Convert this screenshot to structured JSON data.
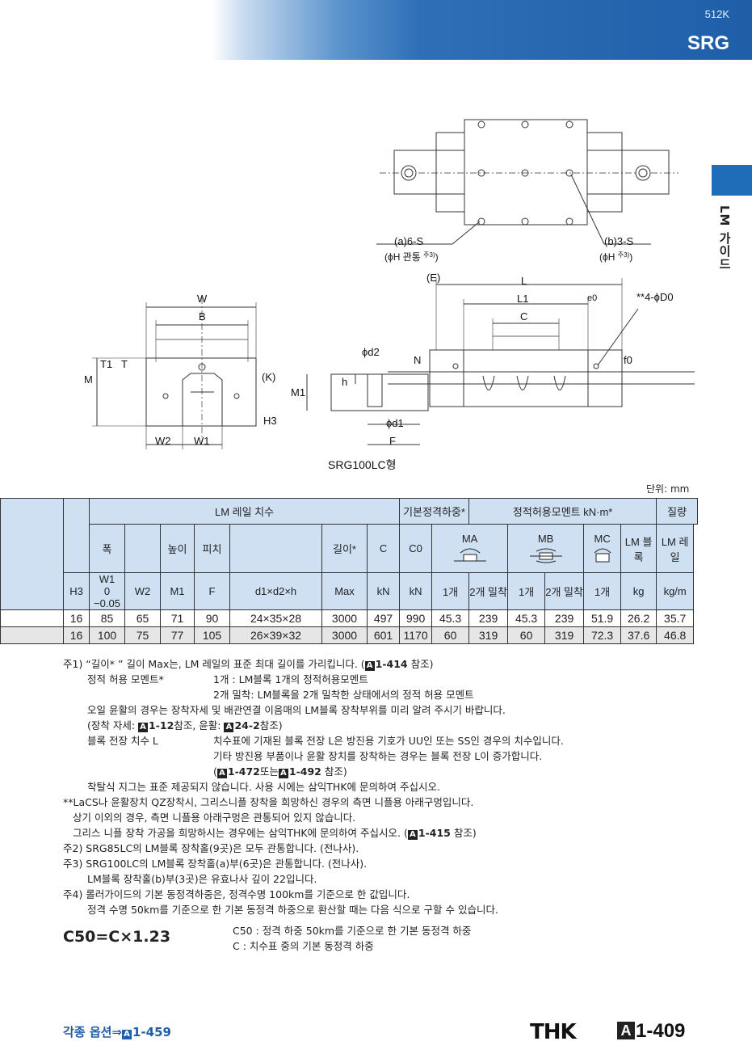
{
  "header": {
    "code": "512K",
    "model": "SRG"
  },
  "side_tab": {
    "label": "LM 가이드"
  },
  "drawing": {
    "label_a": "(a)6-S",
    "label_a_sub": "(ϕH 관통 ",
    "label_b": "(b)3-S",
    "label_b_sub": "(ϕH ",
    "note_ref": "주3)",
    "close_paren": ")",
    "dims": {
      "W": "W",
      "B": "B",
      "T1": "T1",
      "T": "T",
      "M": "M",
      "K": "(K)",
      "H3": "H3",
      "W2": "W2",
      "W1": "W1",
      "d2": "ϕd2",
      "N": "N",
      "h": "h",
      "M1": "M1",
      "d1": "ϕd1",
      "F": "F",
      "E": "(E)",
      "L": "L",
      "L1": "L1",
      "C": "C",
      "e0": "e0",
      "D0": "**4-ϕD0",
      "f0": "f0"
    },
    "caption": "SRG100LC형"
  },
  "unit_note": "단위: mm",
  "table": {
    "h_lm_rail": "LM 레일 치수",
    "h_basic_load": "기본정격하중*",
    "h_moment": "정적허용모멘트 kN·m*",
    "h_mass": "질량",
    "h_width": "폭",
    "h_height": "높이",
    "h_pitch": "피치",
    "h_length": "길이*",
    "h_C": "C",
    "h_C0": "C0",
    "h_MA": "MA",
    "h_MB": "MB",
    "h_MC": "MC",
    "h_lm_block": "LM 블록",
    "h_lm_rail_mass": "LM 레일",
    "u_H3": "H3",
    "u_W1": "W1",
    "u_W1_tol1": "0",
    "u_W1_tol2": "−0.05",
    "u_W2": "W2",
    "u_M1": "M1",
    "u_F": "F",
    "u_d": "d1×d2×h",
    "u_max": "Max",
    "u_kN1": "kN",
    "u_kN2": "kN",
    "u_one1": "1개",
    "u_two1": "2개 밀착",
    "u_one2": "1개",
    "u_two2": "2개 밀착",
    "u_one3": "1개",
    "u_kg": "kg",
    "u_kgm": "kg/m",
    "rows": [
      [
        "16",
        "85",
        "65",
        "71",
        "90",
        "24×35×28",
        "3000",
        "497",
        "990",
        "45.3",
        "239",
        "45.3",
        "239",
        "51.9",
        "26.2",
        "35.7"
      ],
      [
        "16",
        "100",
        "75",
        "77",
        "105",
        "26×39×32",
        "3000",
        "601",
        "1170",
        "60",
        "319",
        "60",
        "319",
        "72.3",
        "37.6",
        "46.8"
      ]
    ]
  },
  "notes": {
    "n1a": "주1) “길이* ” 길이 Max는, LM 레일의 표준 최대 길이를 가리킵니다. (",
    "n1a_ref": "1-414",
    "n1a_end": " 참조)",
    "n1b_label": "정적 허용 모멘트*",
    "n1b": "1개 : LM블록 1개의 정적허용모멘트",
    "n1c": "2개 밀착: LM블록을 2개 밀착한 상태에서의 정적 허용 모멘트",
    "n1d": "오일 윤활의 경우는 장착자세 및 배관연결 이음매의 LM블록 장착부위를 미리 알려 주시기 바랍니다.",
    "n1e_a": "(장착 자세: ",
    "n1e_ref1": "1-12",
    "n1e_b": "참조, 윤활: ",
    "n1e_ref2": "24-2",
    "n1e_c": "참조)",
    "n1f_label": "블록 전장 치수 L",
    "n1f": "치수표에 기재된 블록 전장 L은 방진용 기호가 UU인 또는 SS인 경우의 치수입니다.",
    "n1g": "기타 방진용 부품이나 윤활 장치를 장착하는 경우는 블록 전장 L이 증가합니다.",
    "n1h_a": "(",
    "n1h_ref1": "1-472",
    "n1h_b": "또는",
    "n1h_ref2": "1-492",
    "n1h_c": " 참조)",
    "n1i": "착탈식 지그는 표준 제공되지 않습니다. 사용 시에는 삼익THK에 문의하여 주십시오.",
    "n1j": "**LaCS나 윤활장치 QZ장착시, 그리스니플 장착을 희망하신 경우의 측면 니플용 아래구멍입니다.",
    "n1k": "상기 이외의 경우, 측면 니플용 아래구멍은 관통되어 있지 않습니다.",
    "n1l_a": "그리스 니플 장착 가공을 희망하시는 경우에는 삼익THK에 문의하여 주십시오. (",
    "n1l_ref": "1-415",
    "n1l_b": " 참조)",
    "n2": "주2) SRG85LC의 LM블록 장착홀(9곳)은 모두 관통합니다. (전나사).",
    "n3a": "주3) SRG100LC의 LM블록 장착홀(a)부(6곳)은 관통합니다. (전나사).",
    "n3b": "LM블록 장착홀(b)부(3곳)은 유효나사 깊이 22입니다.",
    "n4a": "주4) 롤러가이드의 기본 동정격하중은, 정격수명 100km를 기준으로 한 값입니다.",
    "n4b": "정격 수명 50km를 기준으로 한 기본 동정격 하중으로 환산할 때는 다음 식으로 구할 수 있습니다."
  },
  "formula": {
    "expr": "C50=C×1.23",
    "def1": "C50 : 정격 하중 50km를 기준으로 한 기본 동정격 하중",
    "def2": "C    : 치수표 중의 기본 동정격 하중"
  },
  "footer": {
    "options": "각종 옵션⇒",
    "options_ref": "1-459",
    "brand": "THK",
    "page": "1-409"
  },
  "a_letter": "A"
}
